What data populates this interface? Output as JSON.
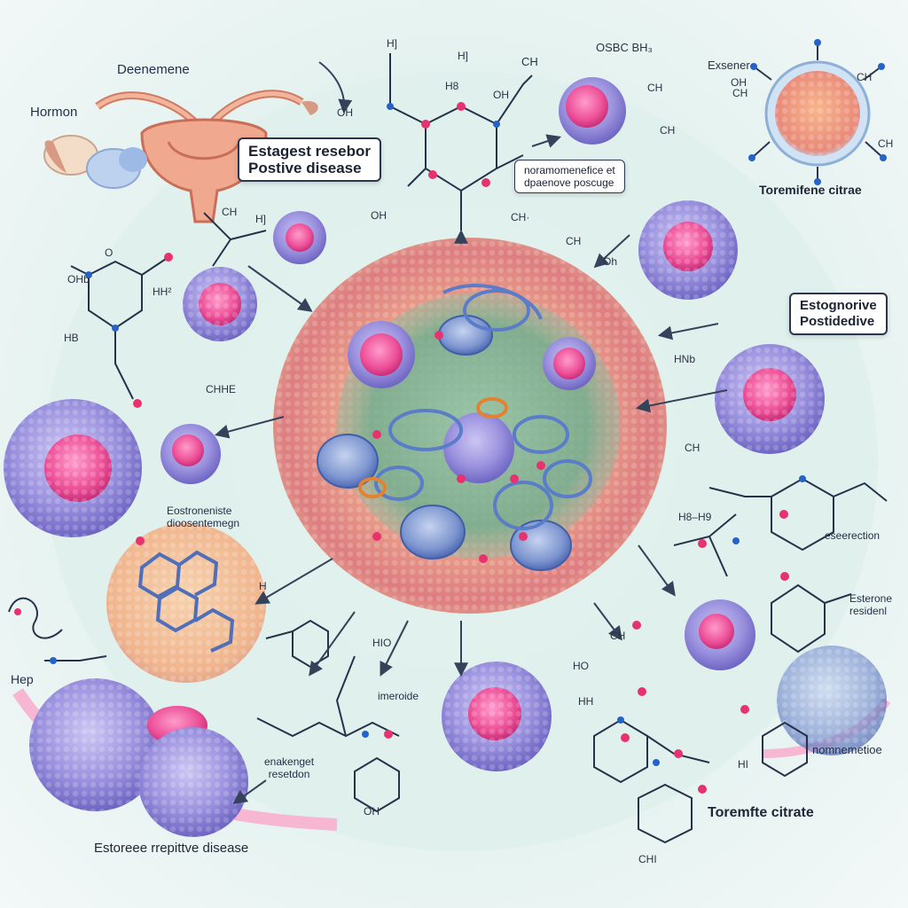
{
  "labels": {
    "hormone_top": "Deenemene",
    "hormone_left": "Hormon",
    "box_estagest": [
      "Estagest resebor",
      "Postive disease"
    ],
    "box_normone": [
      "noramomenefice et",
      "dpaenove poscuge"
    ],
    "toremifene_top": "Toremifene citrae",
    "box_estognorive": [
      "Estognorive",
      "Postidedive"
    ],
    "estroneric": [
      "Eostroneniste",
      "dioosentemegn"
    ],
    "eseerection": "eseerection",
    "esterone_residenl": [
      "Esterone",
      "residenl"
    ],
    "imeroide": "imeroide",
    "enakenget": [
      "enakenget",
      "resetdon"
    ],
    "nomnemetioe": "nomnemetioe",
    "toremfte_bottom": "Toremfte citrate",
    "estoreee_bottom": "Estoreee rrepittve disease",
    "hep": "Hep"
  },
  "fragments": {
    "f1": "H]",
    "f2": "H]",
    "f3": "OH",
    "f4": "OSBC BH₃",
    "f5": "Exsener",
    "f6": "OH",
    "f7": "CH",
    "f8": "OH",
    "f9": "CH",
    "f10": "H8",
    "f11": "CH",
    "f12": "CH",
    "f13": "CH·",
    "f14": "CH",
    "f15": "CH",
    "f16": "Oh",
    "f17": "HH²",
    "f18": "OHb",
    "f19": "HB",
    "f20": "H]",
    "f21": "HNb",
    "f22": "CH",
    "f23": "H8–H9",
    "f24": "HIO",
    "f25": "HO",
    "f26": "HH",
    "f27": "H",
    "f28": "HI",
    "f29": "CHI",
    "f30": "OH",
    "f31": "O",
    "f32": "CHHE",
    "f33": "CH",
    "f34": "CH",
    "f35": "CH",
    "f36": "OH"
  },
  "colors": {
    "cell_purple": "#8f86d6",
    "nucleus_pink": "#ec4f97",
    "central_cell": "#e7927e",
    "cytoplasm_green": "#7fc6a5",
    "protein_blue": "#6f8fd1",
    "atom_pink": "#e8326f",
    "uterus": "#e89a7c",
    "arrow": "#34425a"
  },
  "icons": {
    "uterus": "uterus-illustration",
    "cell": "cell-illustration",
    "molecule": "molecule-structure"
  }
}
